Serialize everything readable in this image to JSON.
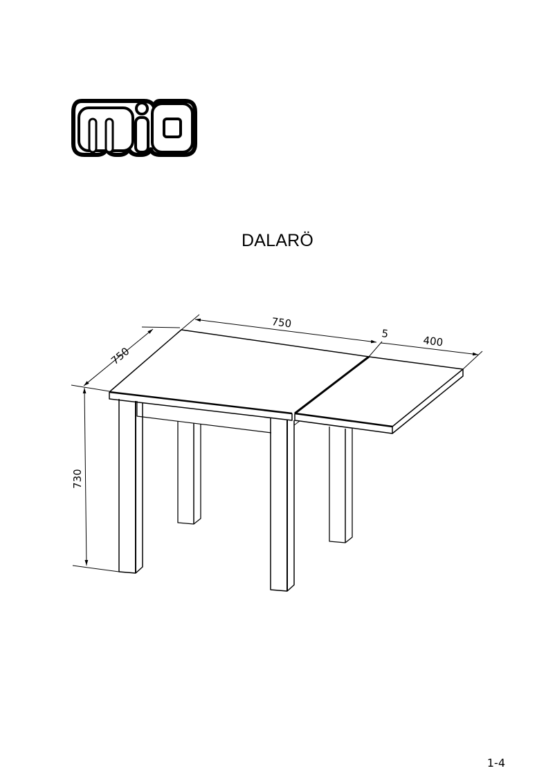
{
  "brand": {
    "logo_text": "miO",
    "logo_icon": "mio-logo-icon"
  },
  "product": {
    "name": "DALARÖ"
  },
  "drawing": {
    "type": "extendable-table-isometric",
    "dimensions": {
      "depth": "750",
      "length": "750",
      "gap": "5",
      "extension": "400",
      "height": "730"
    }
  },
  "footer": {
    "page_number": "1-4"
  }
}
